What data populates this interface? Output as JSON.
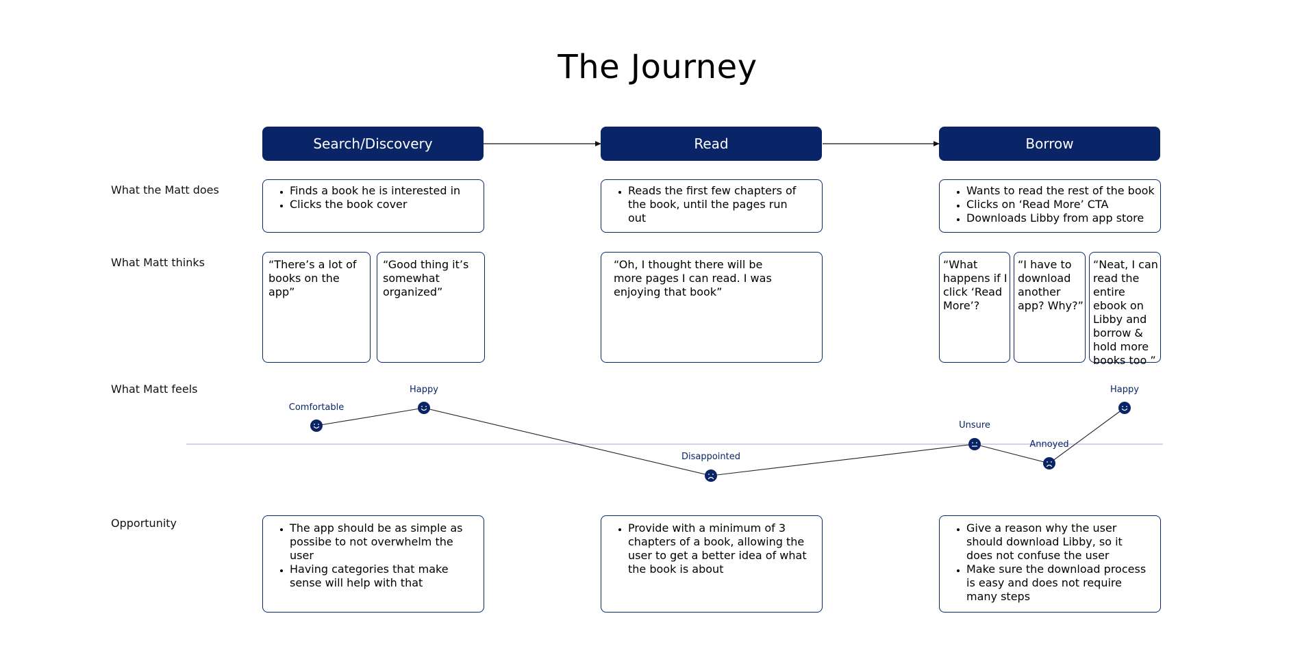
{
  "title": "The Journey",
  "stages": [
    "Search/Discovery",
    "Read",
    "Borrow"
  ],
  "rows": {
    "does": "What the Matt does",
    "thinks": "What Matt thinks",
    "feels": "What Matt feels",
    "opportunity": "Opportunity"
  },
  "does": [
    [
      "Finds a book he is interested in",
      "Clicks the book cover"
    ],
    [
      "Reads the first few chapters of the book, until the pages run out"
    ],
    [
      "Wants to read the rest of the book",
      "Clicks on ‘Read More’ CTA",
      "Downloads Libby from app store"
    ]
  ],
  "thinks": [
    "“There’s a lot of books on the app”",
    "“Good thing it’s somewhat organized”",
    "“Oh, I thought there will be more pages I can read. I was enjoying that book”",
    "“What happens if I click ‘Read More’?",
    "“I have to download another app? Why?”",
    "“Neat, I can read the entire ebook on Libby and borrow & hold more books too ”"
  ],
  "feels": [
    {
      "label": "Comfortable",
      "face": "happy"
    },
    {
      "label": "Happy",
      "face": "happy"
    },
    {
      "label": "Disappointed",
      "face": "sad"
    },
    {
      "label": "Unsure",
      "face": "neutral"
    },
    {
      "label": "Annoyed",
      "face": "sad"
    },
    {
      "label": "Happy",
      "face": "happy"
    }
  ],
  "opportunity": [
    [
      "The app should be as simple as possibe to not overwhelm the user",
      "Having categories that make sense will help with that"
    ],
    [
      "Provide with a minimum of 3 chapters of a book, allowing the user to get a better idea of what the book is about"
    ],
    [
      "Give a reason why the user should download Libby, so it does not confuse the user",
      "Make sure the download process is easy and does not require many steps"
    ]
  ],
  "colors": {
    "primary": "#0a2468",
    "baseline": "#b8b8e0",
    "line": "#222222"
  }
}
